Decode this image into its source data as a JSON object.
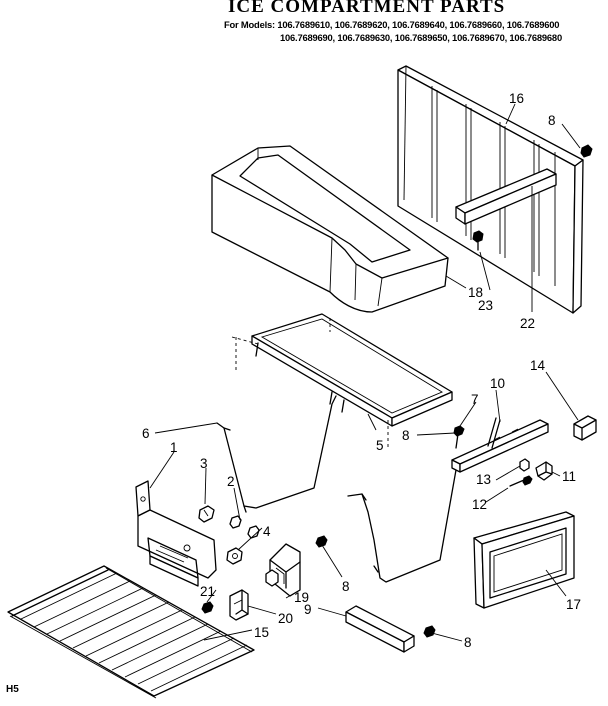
{
  "header": {
    "title": "ICE COMPARTMENT PARTS",
    "models_prefix": "For Models:",
    "models_line1": "106.7689610, 106.7689620, 106.7689640, 106.7689660, 106.7689600",
    "models_line2": "106.7689690, 106.7689630, 106.7689650, 106.7689670, 106.7689680"
  },
  "footer": {
    "code": "H5"
  },
  "callouts": {
    "c1": "1",
    "c2": "2",
    "c3": "3",
    "c4": "4",
    "c5": "5",
    "c6": "6",
    "c7": "7",
    "c8a": "8",
    "c8b": "8",
    "c8c": "8",
    "c8d": "8",
    "c9": "9",
    "c10": "10",
    "c11": "11",
    "c12": "12",
    "c13": "13",
    "c14": "14",
    "c15": "15",
    "c16": "16",
    "c17": "17",
    "c18": "18",
    "c19": "19",
    "c20": "20",
    "c21": "21",
    "c22": "22",
    "c23": "23"
  }
}
